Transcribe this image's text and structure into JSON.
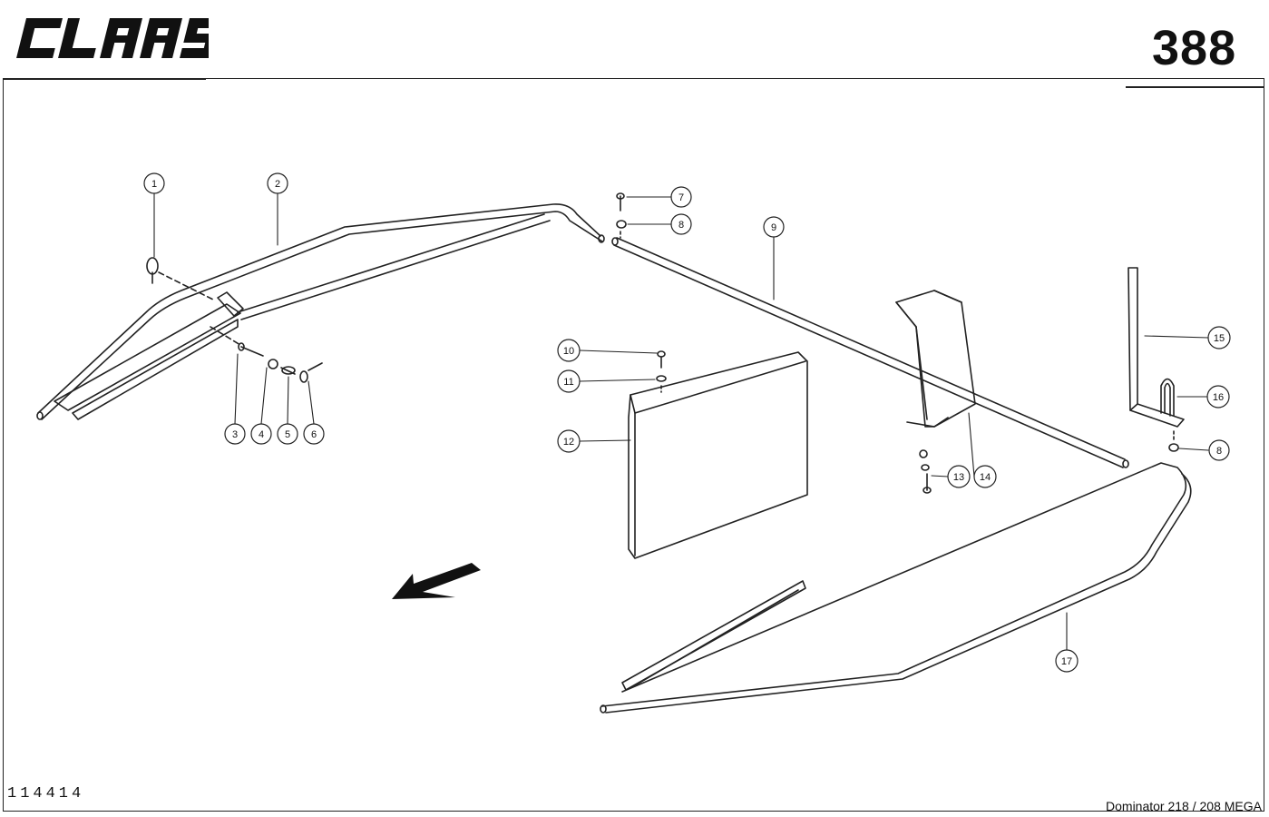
{
  "header": {
    "brand": "CLAAS",
    "page_number": "388"
  },
  "footer": {
    "drawing_number": "114414",
    "model": "Dominator 218 / 208 MEGA"
  },
  "callouts": [
    "1",
    "2",
    "3",
    "4",
    "5",
    "6",
    "7",
    "8",
    "9",
    "10",
    "11",
    "12",
    "13",
    "14",
    "15",
    "16",
    "8",
    "17"
  ]
}
